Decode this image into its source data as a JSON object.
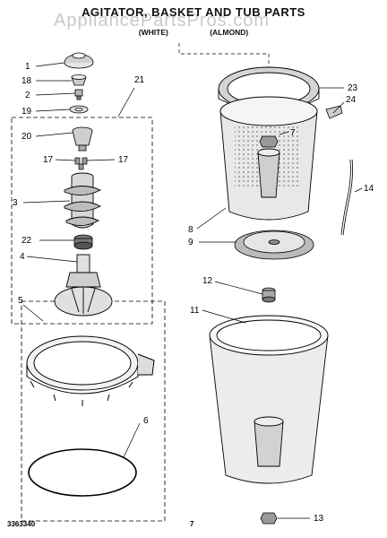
{
  "header": {
    "title": "AGITATOR, BASKET AND TUB PARTS",
    "color_white": "(WHITE)",
    "color_almond": "(ALMOND)"
  },
  "watermark": "AppliancePartsPros.com",
  "footer": {
    "doc_number": "3363340",
    "page_number": "7"
  },
  "callouts": [
    "1",
    "18",
    "2",
    "19",
    "20",
    "17",
    "17",
    "21",
    "3",
    "22",
    "4",
    "5",
    "6",
    "23",
    "24",
    "7",
    "14",
    "8",
    "9",
    "12",
    "11",
    "13"
  ]
}
